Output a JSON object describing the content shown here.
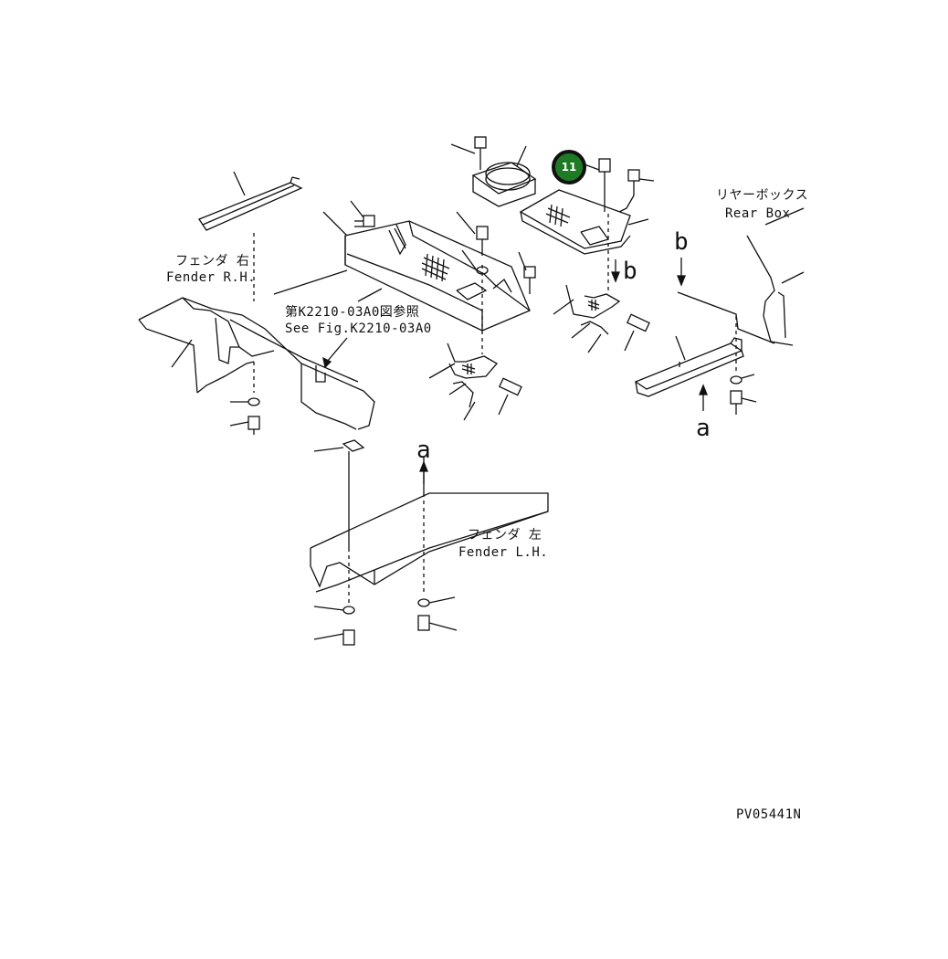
{
  "labels": {
    "fender_rh_jp": "フェンダ 右",
    "fender_rh_en": "Fender R.H.",
    "see_fig_jp": "第K2210-03A0図参照",
    "see_fig_en": "See Fig.K2210-03A0",
    "rear_box_jp": "リヤーボックス",
    "rear_box_en": "Rear Box",
    "fender_lh_jp": "フェンダ 左",
    "fender_lh_en": "Fender L.H.",
    "drawing_code": "PV05441N"
  },
  "arrows": {
    "a_top": "a",
    "a_bottom": "a",
    "b_left": "b",
    "b_right": "b"
  },
  "callout": {
    "number": "11",
    "fill_color": "#1e7a24"
  }
}
